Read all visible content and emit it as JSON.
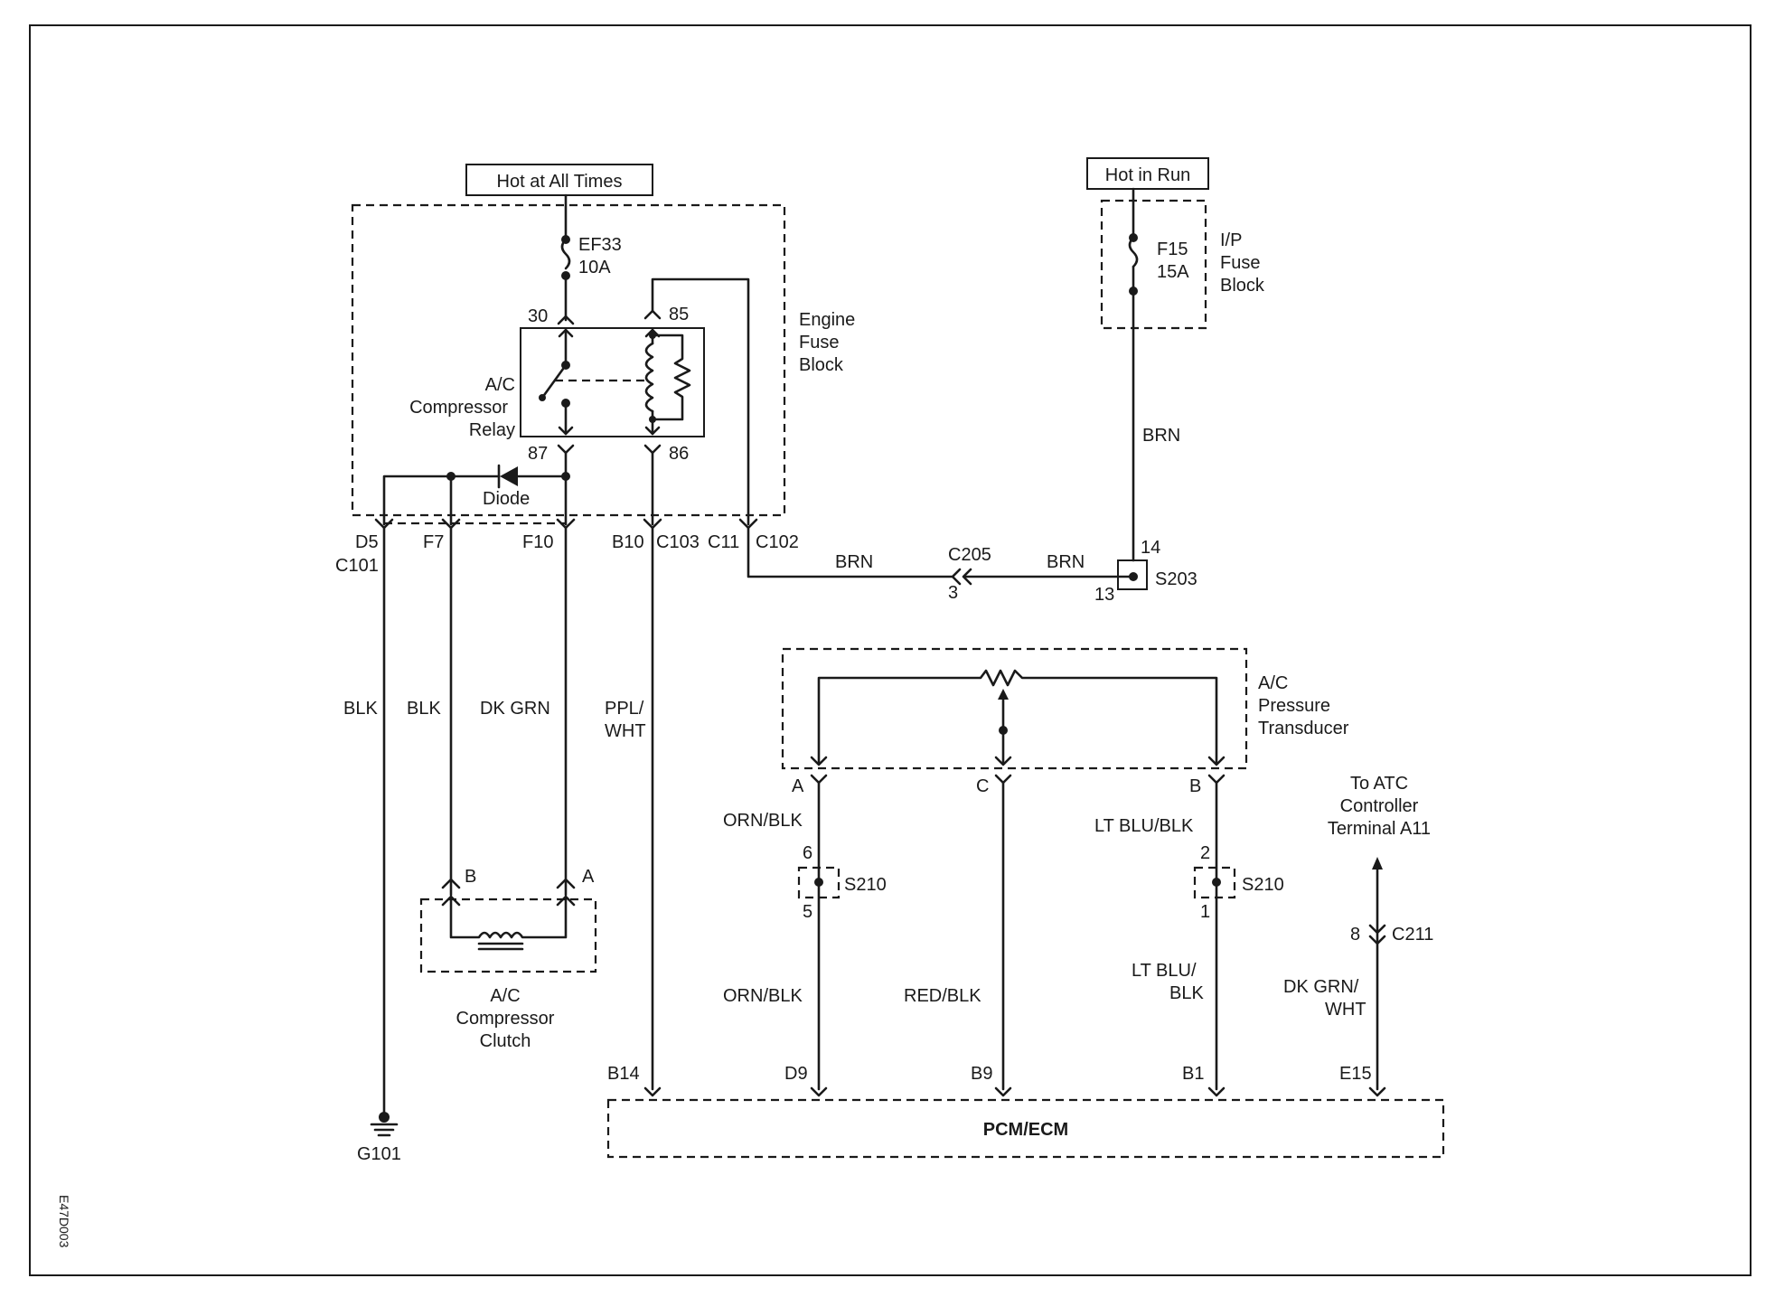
{
  "power": {
    "hot_at_all_times": "Hot at All Times",
    "hot_in_run": "Hot in Run"
  },
  "engine_fuse_block": {
    "label_line1": "Engine",
    "label_line2": "Fuse",
    "label_line3": "Block",
    "fuse_name": "EF33",
    "fuse_rating": "10A"
  },
  "ip_fuse_block": {
    "label_line1": "I/P",
    "label_line2": "Fuse",
    "label_line3": "Block",
    "fuse_name": "F15",
    "fuse_rating": "15A"
  },
  "relay": {
    "label_line1": "A/C",
    "label_line2": "Compressor",
    "label_line3": "Relay",
    "pin_30": "30",
    "pin_85": "85",
    "pin_87": "87",
    "pin_86": "86"
  },
  "diode": {
    "label": "Diode"
  },
  "connectors": {
    "d5": "D5",
    "c101": "C101",
    "f7": "F7",
    "f10": "F10",
    "b10": "B10",
    "c103": "C103",
    "c11": "C11",
    "c102": "C102",
    "c205": "C205",
    "c205_pin": "3",
    "s203": "S203",
    "s203_pin14": "14",
    "s203_pin13": "13",
    "s210_left": "S210",
    "s210_left_pin6": "6",
    "s210_left_pin5": "5",
    "s210_right": "S210",
    "s210_right_pin2": "2",
    "s210_right_pin1": "1",
    "c211": "C211",
    "c211_pin": "8",
    "clutch_b": "B",
    "clutch_a": "A",
    "trans_a": "A",
    "trans_c": "C",
    "trans_b": "B"
  },
  "wires": {
    "blk1": "BLK",
    "blk2": "BLK",
    "dk_grn": "DK GRN",
    "ppl_wht_1": "PPL/",
    "ppl_wht_2": "WHT",
    "brn_vertical": "BRN",
    "brn_left": "BRN",
    "brn_right": "BRN",
    "orn_blk_top": "ORN/BLK",
    "orn_blk_bottom": "ORN/BLK",
    "red_blk": "RED/BLK",
    "lt_blu_blk_top": "LT BLU/BLK",
    "lt_blu_blk_b1": "LT BLU/",
    "lt_blu_blk_b2": "BLK",
    "dk_grn_wht_1": "DK GRN/",
    "dk_grn_wht_2": "WHT"
  },
  "compressor_clutch": {
    "label_line1": "A/C",
    "label_line2": "Compressor",
    "label_line3": "Clutch"
  },
  "pressure_transducer": {
    "label_line1": "A/C",
    "label_line2": "Pressure",
    "label_line3": "Transducer"
  },
  "atc": {
    "line1": "To ATC",
    "line2": "Controller",
    "line3": "Terminal A11"
  },
  "ground": {
    "label": "G101"
  },
  "pcm": {
    "label": "PCM/ECM",
    "pin_b14": "B14",
    "pin_d9": "D9",
    "pin_b9": "B9",
    "pin_b1": "B1",
    "pin_e15": "E15"
  },
  "figure_id": "E47D003"
}
